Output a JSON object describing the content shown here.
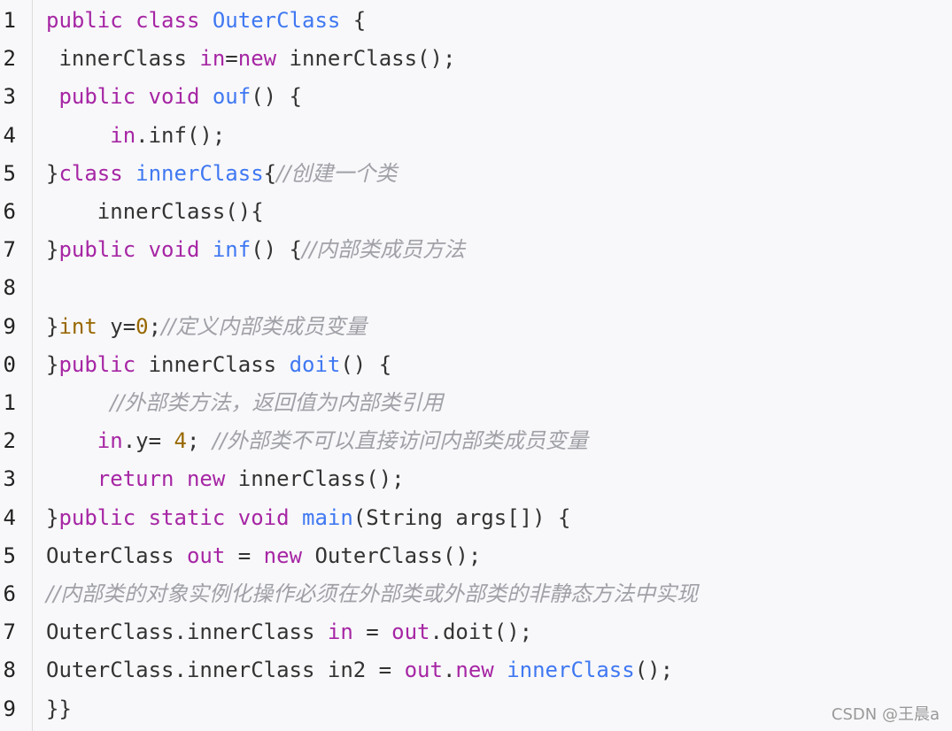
{
  "colors": {
    "background": "#f8f8fa",
    "keyword": "#a626a4",
    "function": "#4078f2",
    "number": "#986801",
    "text": "#333333",
    "comment": "#a0a1a7",
    "line_number": "#222222",
    "watermark": "#999999"
  },
  "line_numbers": [
    "1",
    "2",
    "3",
    "4",
    "5",
    "6",
    "7",
    "8",
    "9",
    "0",
    "1",
    "2",
    "3",
    "4",
    "5",
    "6",
    "7",
    "8",
    "9"
  ],
  "code_lines": [
    [
      [
        "kw",
        "public class "
      ],
      [
        "fn",
        "OuterClass"
      ],
      [
        "txt",
        " {"
      ]
    ],
    [
      [
        "txt",
        " innerClass "
      ],
      [
        "kw",
        "in"
      ],
      [
        "txt",
        "="
      ],
      [
        "kw",
        "new"
      ],
      [
        "txt",
        " innerClass();"
      ]
    ],
    [
      [
        "txt",
        " "
      ],
      [
        "kw",
        "public void "
      ],
      [
        "fn",
        "ouf"
      ],
      [
        "txt",
        "() {"
      ]
    ],
    [
      [
        "txt",
        "     "
      ],
      [
        "kw",
        "in"
      ],
      [
        "txt",
        ".inf();"
      ]
    ],
    [
      [
        "txt",
        "}"
      ],
      [
        "kw",
        "class "
      ],
      [
        "fn",
        "innerClass"
      ],
      [
        "txt",
        "{"
      ],
      [
        "cm",
        "//创建一个类"
      ]
    ],
    [
      [
        "txt",
        "    innerClass(){"
      ]
    ],
    [
      [
        "txt",
        "}"
      ],
      [
        "kw",
        "public void "
      ],
      [
        "fn",
        "inf"
      ],
      [
        "txt",
        "() {"
      ],
      [
        "cm",
        "//内部类成员方法"
      ]
    ],
    [],
    [
      [
        "txt",
        "}"
      ],
      [
        "num",
        "int"
      ],
      [
        "txt",
        " y="
      ],
      [
        "num",
        "0"
      ],
      [
        "txt",
        ";"
      ],
      [
        "cm",
        "//定义内部类成员变量"
      ]
    ],
    [
      [
        "txt",
        "}"
      ],
      [
        "kw",
        "public "
      ],
      [
        "txt",
        "innerClass "
      ],
      [
        "fn",
        "doit"
      ],
      [
        "txt",
        "() {"
      ]
    ],
    [
      [
        "txt",
        "     "
      ],
      [
        "cm",
        "//外部类方法，返回值为内部类引用"
      ]
    ],
    [
      [
        "txt",
        "    "
      ],
      [
        "kw",
        "in"
      ],
      [
        "txt",
        ".y= "
      ],
      [
        "num",
        "4"
      ],
      [
        "txt",
        "; "
      ],
      [
        "cm",
        "//外部类不可以直接访问内部类成员变量"
      ]
    ],
    [
      [
        "txt",
        "    "
      ],
      [
        "kw",
        "return new "
      ],
      [
        "txt",
        "innerClass();"
      ]
    ],
    [
      [
        "txt",
        "}"
      ],
      [
        "kw",
        "public static void "
      ],
      [
        "fn",
        "main"
      ],
      [
        "txt",
        "(String args[]) {"
      ]
    ],
    [
      [
        "txt",
        "OuterClass "
      ],
      [
        "kw",
        "out"
      ],
      [
        "txt",
        " = "
      ],
      [
        "kw",
        "new"
      ],
      [
        "txt",
        " OuterClass();"
      ]
    ],
    [
      [
        "cm",
        "//内部类的对象实例化操作必须在外部类或外部类的非静态方法中实现"
      ]
    ],
    [
      [
        "txt",
        "OuterClass.innerClass "
      ],
      [
        "kw",
        "in"
      ],
      [
        "txt",
        " = "
      ],
      [
        "kw",
        "out"
      ],
      [
        "txt",
        ".doit();"
      ]
    ],
    [
      [
        "txt",
        "OuterClass.innerClass in2 = "
      ],
      [
        "kw",
        "out"
      ],
      [
        "txt",
        "."
      ],
      [
        "kw",
        "new"
      ],
      [
        "txt",
        " "
      ],
      [
        "fn",
        "innerClass"
      ],
      [
        "txt",
        "();"
      ]
    ],
    [
      [
        "txt",
        "}}"
      ]
    ]
  ],
  "watermark": "CSDN @王晨a"
}
